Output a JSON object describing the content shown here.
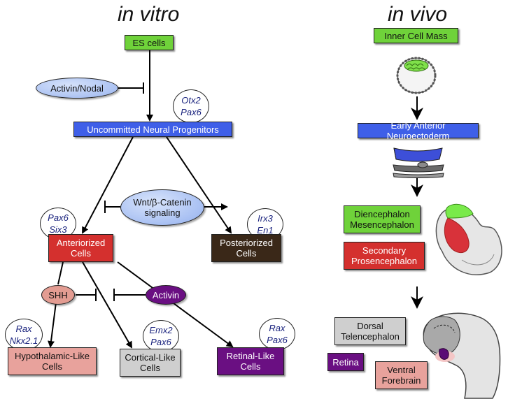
{
  "headers": {
    "in_vitro": "in vitro",
    "in_vivo": "in vivo"
  },
  "colors": {
    "green": "#6fd23a",
    "blue": "#3f5fe8",
    "red": "#d4302e",
    "brown": "#3a2818",
    "pink": "#e8a29c",
    "gray": "#cfcfcf",
    "purple": "#6a0f82",
    "lightblue": "#a8c2f5",
    "shh_oval": "#e39c92"
  },
  "in_vitro": {
    "es_cells": "ES cells",
    "activin_nodal": "Activin/Nodal",
    "otx2_pax6": "Otx2\nPax6",
    "uncommitted": "Uncommitted  Neural Progenitors",
    "wnt": "Wnt/β-Catenin\nsignaling",
    "pax6_six3": "Pax6\nSix3",
    "irx3_en1": "Irx3\nEn1",
    "anteriorized": "Anteriorized\nCells",
    "posteriorized": "Posteriorized\nCells",
    "shh": "SHH",
    "activin": "Activin",
    "rax_nkx": "Rax\nNkx2.1",
    "emx2_pax6": "Emx2\nPax6",
    "rax_pax6": "Rax\nPax6",
    "hypothalamic": "Hypothalamic-Like\nCells",
    "cortical": "Cortical-Like\nCells",
    "retinal": "Retinal-Like\nCells"
  },
  "in_vivo": {
    "icm": "Inner Cell Mass",
    "early_ant": "Early Anterior Neuroectoderm",
    "dien_mes": "Diencephalon\nMesencephalon",
    "sec_pros": "Secondary\nProsencephalon",
    "dorsal_tel": "Dorsal\nTelencephalon",
    "retina": "Retina",
    "ventral_fore": "Ventral\nForebrain"
  }
}
